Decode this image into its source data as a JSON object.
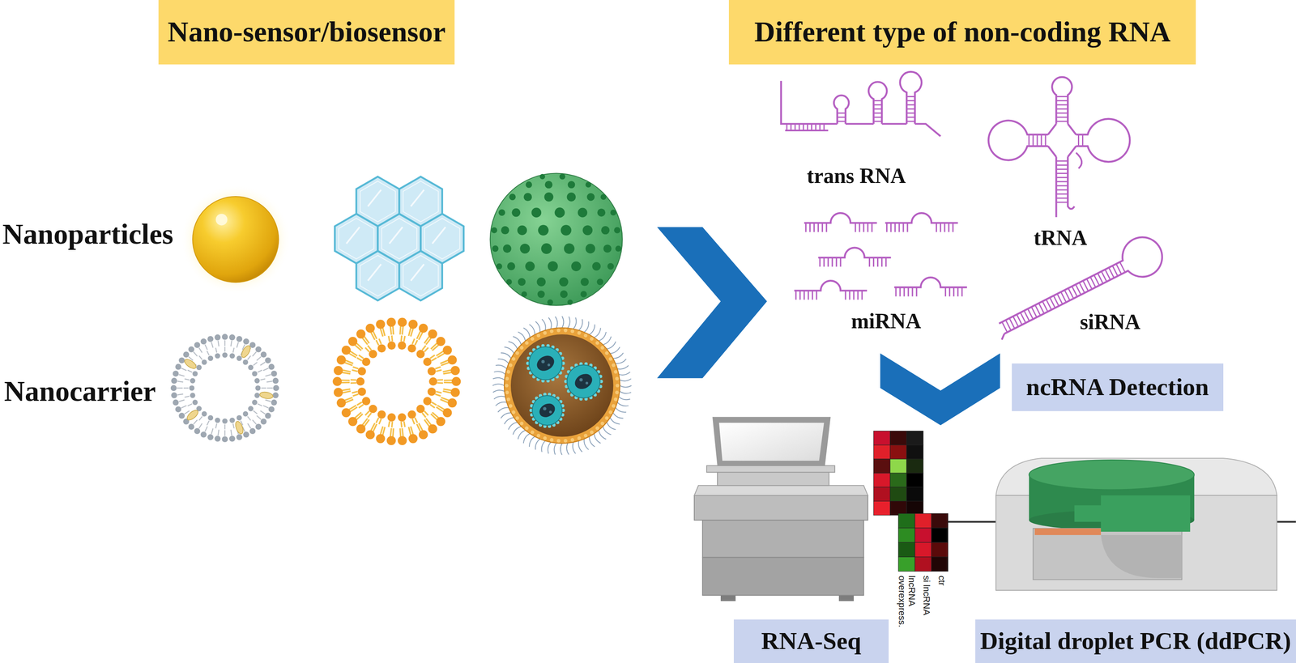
{
  "diagram": {
    "nodes": [
      {
        "text": [
          "Nano-sensor/biosensor"
        ]
      },
      {
        "text": [
          "Different type of non-coding RNA"
        ]
      },
      {
        "text": [
          "ncRNA Detection"
        ]
      },
      {
        "text": [
          "RNA-Seq"
        ]
      },
      {
        "text": [
          "Digital droplet PCR (ddPCR)"
        ]
      }
    ],
    "labels": [
      "Nanoparticles",
      "Nanocarrier",
      "trans RNA",
      "tRNA",
      "miRNA",
      "siRNA",
      "ctr",
      "si lncRNA",
      "lncRNA overexpress."
    ]
  }
}
